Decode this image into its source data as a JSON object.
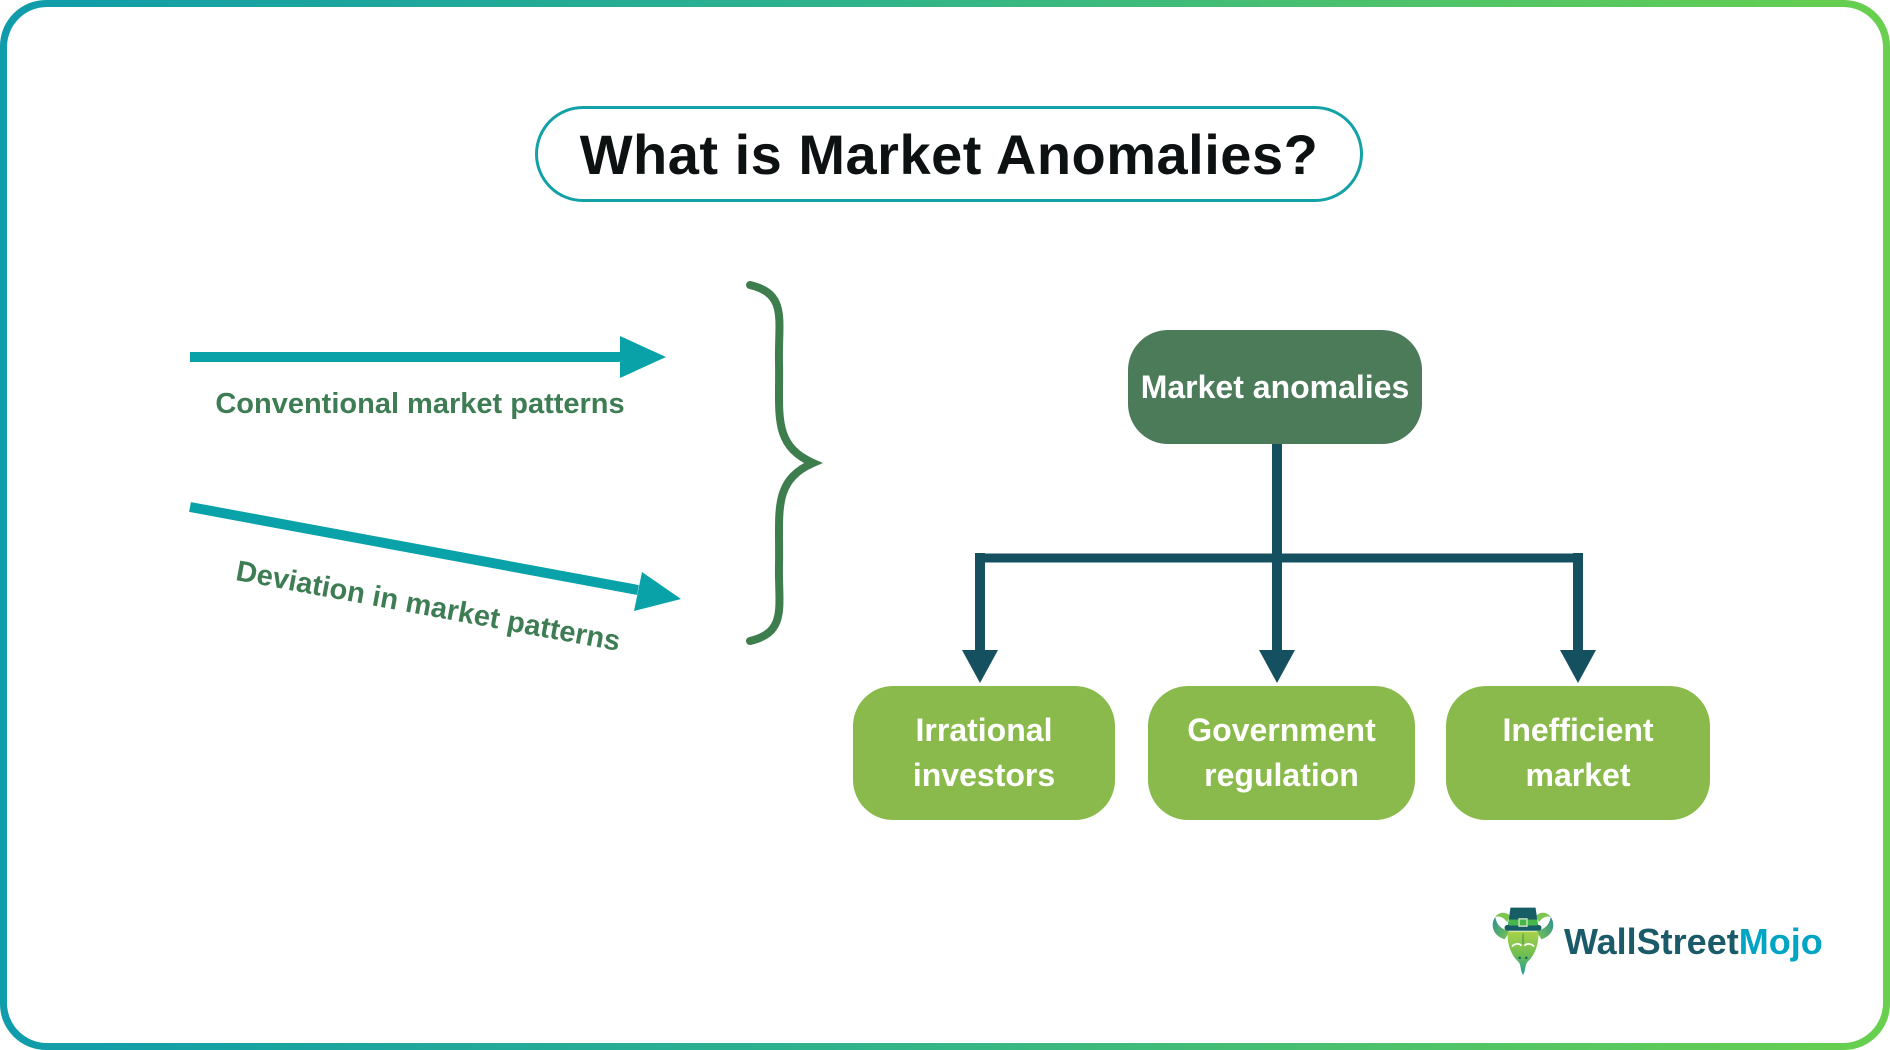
{
  "header": {
    "title": "What is Market Anomalies?"
  },
  "left_panel": {
    "arrow1_label": "Conventional market patterns",
    "arrow2_label": "Deviation in market patterns",
    "arrow_color": "#0aa2a9",
    "label_color": "#3e7d54",
    "brace_color": "#3e7d4e"
  },
  "tree": {
    "root": {
      "label": "Market anomalies",
      "color": "#4b7b59"
    },
    "connector_color": "#14505f",
    "children": [
      {
        "label": "Irrational investors",
        "color": "#8aba4c"
      },
      {
        "label": "Government regulation",
        "color": "#8aba4c"
      },
      {
        "label": "Inefficient market",
        "color": "#8aba4c"
      }
    ]
  },
  "logo": {
    "part1": "WallStreet",
    "part2": "Mojo",
    "part1_color": "#1b5a68",
    "part2_color": "#00a5c3",
    "icon": "bull-with-top-hat"
  },
  "frame": {
    "gradient_start": "#0f9cab",
    "gradient_end": "#68d04e",
    "title_border_color": "#12a1a7"
  }
}
